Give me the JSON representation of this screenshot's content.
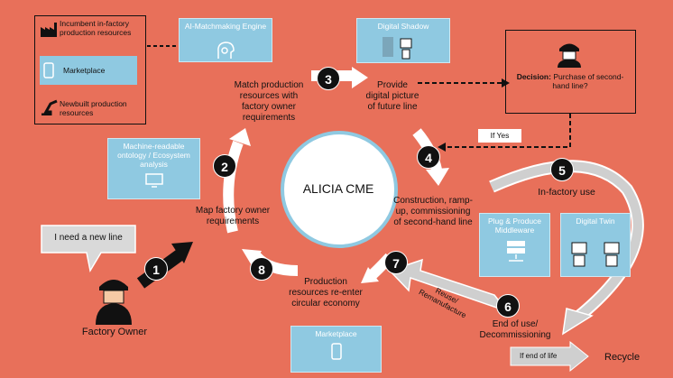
{
  "legend": {
    "incumbent": "Incumbent in-factory production resources",
    "marketplace": "Marketplace",
    "newbuilt": "Newbuilt production resources"
  },
  "boxes": {
    "ai_matchmaking": "AI-Matchmaking Engine",
    "digital_shadow": "Digital Shadow",
    "ontology": "Machine-readable ontology / Ecosystem analysis",
    "plug_produce": "Plug & Produce Middleware",
    "digital_twin": "Digital Twin",
    "marketplace_bottom": "Marketplace"
  },
  "decision": {
    "label": "Decision:",
    "text": "Purchase of second-hand line?"
  },
  "center": "ALICIA CME",
  "steps": [
    {
      "num": "1",
      "text": ""
    },
    {
      "num": "2",
      "text": "Map factory owner requirements"
    },
    {
      "num": "3",
      "text": "Match production resources with factory owner requirements"
    },
    {
      "num": "4",
      "text": "Construction, ramp-up, commissioning of second-hand line"
    },
    {
      "num": "5",
      "text": "In-factory use"
    },
    {
      "num": "6",
      "text": "End of use/ Decommissioning"
    },
    {
      "num": "7",
      "text": "Reuse/ Remanufacture"
    },
    {
      "num": "8",
      "text": "Production resources re-enter circular economy"
    }
  ],
  "provide_text": "Provide digital picture of future line",
  "if_yes": "If Yes",
  "if_end": "If end of life",
  "recycle": "Recycle",
  "speech": "I need a new line",
  "factory_owner": "Factory Owner"
}
